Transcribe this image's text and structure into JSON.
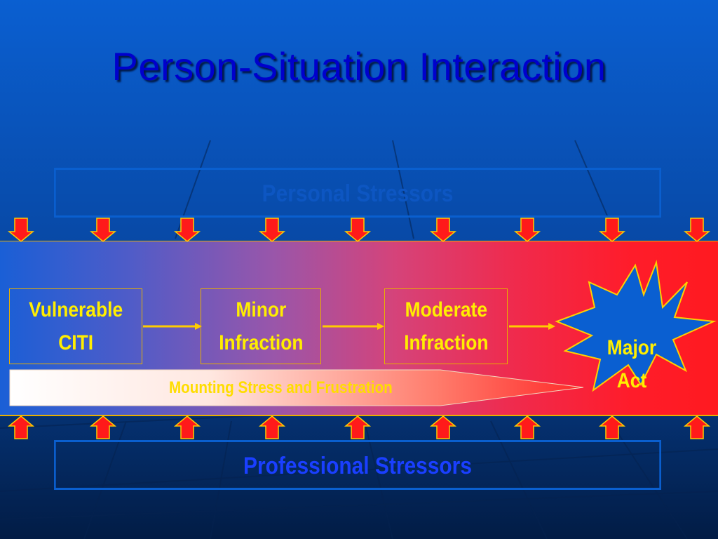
{
  "slide": {
    "title": "Person-Situation Interaction"
  },
  "stressors": {
    "top_label": "Personal Stressors",
    "bottom_label": "Professional Stressors"
  },
  "stages": [
    {
      "label": "Vulnerable\nCITI"
    },
    {
      "label": "Minor\nInfraction"
    },
    {
      "label": "Moderate\nInfraction"
    }
  ],
  "final_stage": {
    "label": "Major\nAct"
  },
  "progress_arrow": {
    "label": "Mounting Stress and Frustration"
  },
  "colors": {
    "title": "#0000cc",
    "stage_text": "#ffee00",
    "stage_border": "#e8b000",
    "pressure_arrow_fill": "#ff1a1a",
    "pressure_arrow_outline": "#ffcc00",
    "burst_fill": "#0a5fd1",
    "band_start": "#1a5fd6",
    "band_end": "#ff1a20"
  },
  "icons": {
    "pressure_down": "down-arrow-icon",
    "pressure_up": "up-arrow-icon",
    "flow": "right-arrow-icon",
    "burst": "starburst-icon"
  }
}
